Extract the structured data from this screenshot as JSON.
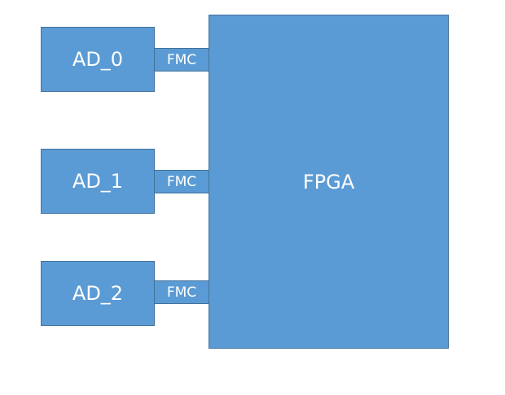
{
  "diagram": {
    "colors": {
      "fill": "#5b9bd5",
      "border": "#41719c",
      "text": "#ffffff"
    },
    "ad_blocks": [
      {
        "label": "AD_0"
      },
      {
        "label": "AD_1"
      },
      {
        "label": "AD_2"
      }
    ],
    "connectors": [
      {
        "label": "FMC"
      },
      {
        "label": "FMC"
      },
      {
        "label": "FMC"
      }
    ],
    "fpga": {
      "label": "FPGA"
    }
  }
}
